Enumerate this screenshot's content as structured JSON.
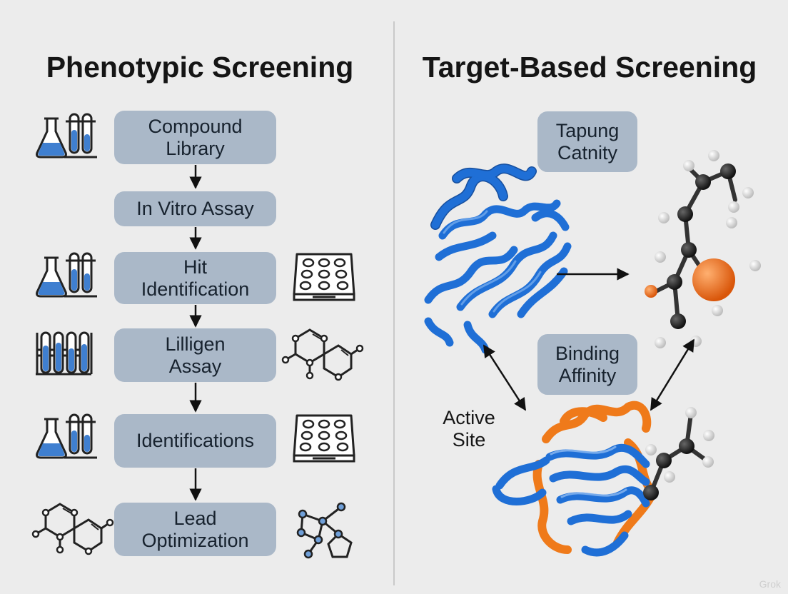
{
  "left_title": "Phenotypic Screening",
  "right_title": "Target-Based Screening",
  "steps": [
    {
      "label": "Compound\nLibrary"
    },
    {
      "label": "In Vitro Assay"
    },
    {
      "label": "Hit\nIdentification"
    },
    {
      "label": "Lilligen\nAssay"
    },
    {
      "label": "Identifications"
    },
    {
      "label": "Lead\nOptimization"
    }
  ],
  "right_boxes": {
    "top": "Tapung\nCatnity",
    "middle": "Binding\nAffinity"
  },
  "active_site_label": "Active\nSite",
  "icons": {
    "left": [
      "flask-tubes-icon",
      "flask-tubes-icon",
      "test-tubes-rack-icon",
      "flask-tubes-icon",
      "molecule-structure-icon"
    ],
    "right": [
      "well-plate-icon",
      "molecule-structure-icon",
      "well-plate-icon",
      "molecule-network-icon"
    ]
  },
  "colors": {
    "box": "#aab8c8",
    "liquid": "#3f7fd0",
    "protein_blue": "#1f6fd6",
    "protein_orange": "#ef7a1a",
    "atom_orange": "#e9650f"
  },
  "watermark": "Grok"
}
